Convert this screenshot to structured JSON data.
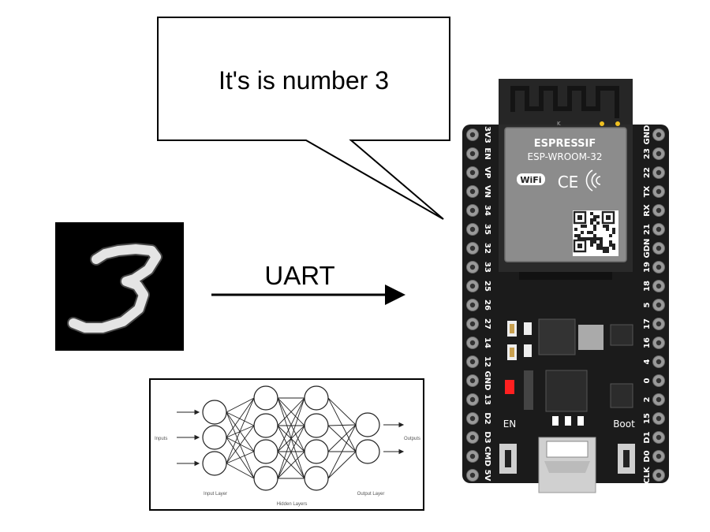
{
  "speech_bubble": {
    "text": "It's is number 3"
  },
  "link": {
    "label": "UART"
  },
  "digit_image": {
    "digit": "3"
  },
  "neural_network": {
    "inputs_label": "Inputs",
    "outputs_label": "Outputs",
    "input_layer_label": "Input Layer",
    "hidden_layers_label": "Hidden Layers",
    "output_layer_label": "Output Layer",
    "layer_sizes": [
      3,
      4,
      4,
      2
    ]
  },
  "board": {
    "brand": "ESPRESSIF",
    "module": "ESP-WROOM-32",
    "wifi": "WiFi",
    "ce": "CE",
    "antenna_mark": "K",
    "en_label": "EN",
    "boot_label": "Boot",
    "left_pins": [
      "3V3",
      "EN",
      "VP",
      "VN",
      "34",
      "35",
      "32",
      "33",
      "25",
      "26",
      "27",
      "14",
      "12",
      "GND",
      "13",
      "D2",
      "D3",
      "CMD",
      "5V"
    ],
    "right_pins": [
      "GND",
      "23",
      "22",
      "TX",
      "RX",
      "21",
      "GDN",
      "19",
      "18",
      "5",
      "17",
      "16",
      "4",
      "0",
      "2",
      "15",
      "D1",
      "D0",
      "CLK"
    ],
    "colors": {
      "pcb": "#1b1b1b",
      "module": "#bdbdbd",
      "shield": "#8c8c8c",
      "led": "#ff2020",
      "pad": "#f0c020"
    }
  }
}
